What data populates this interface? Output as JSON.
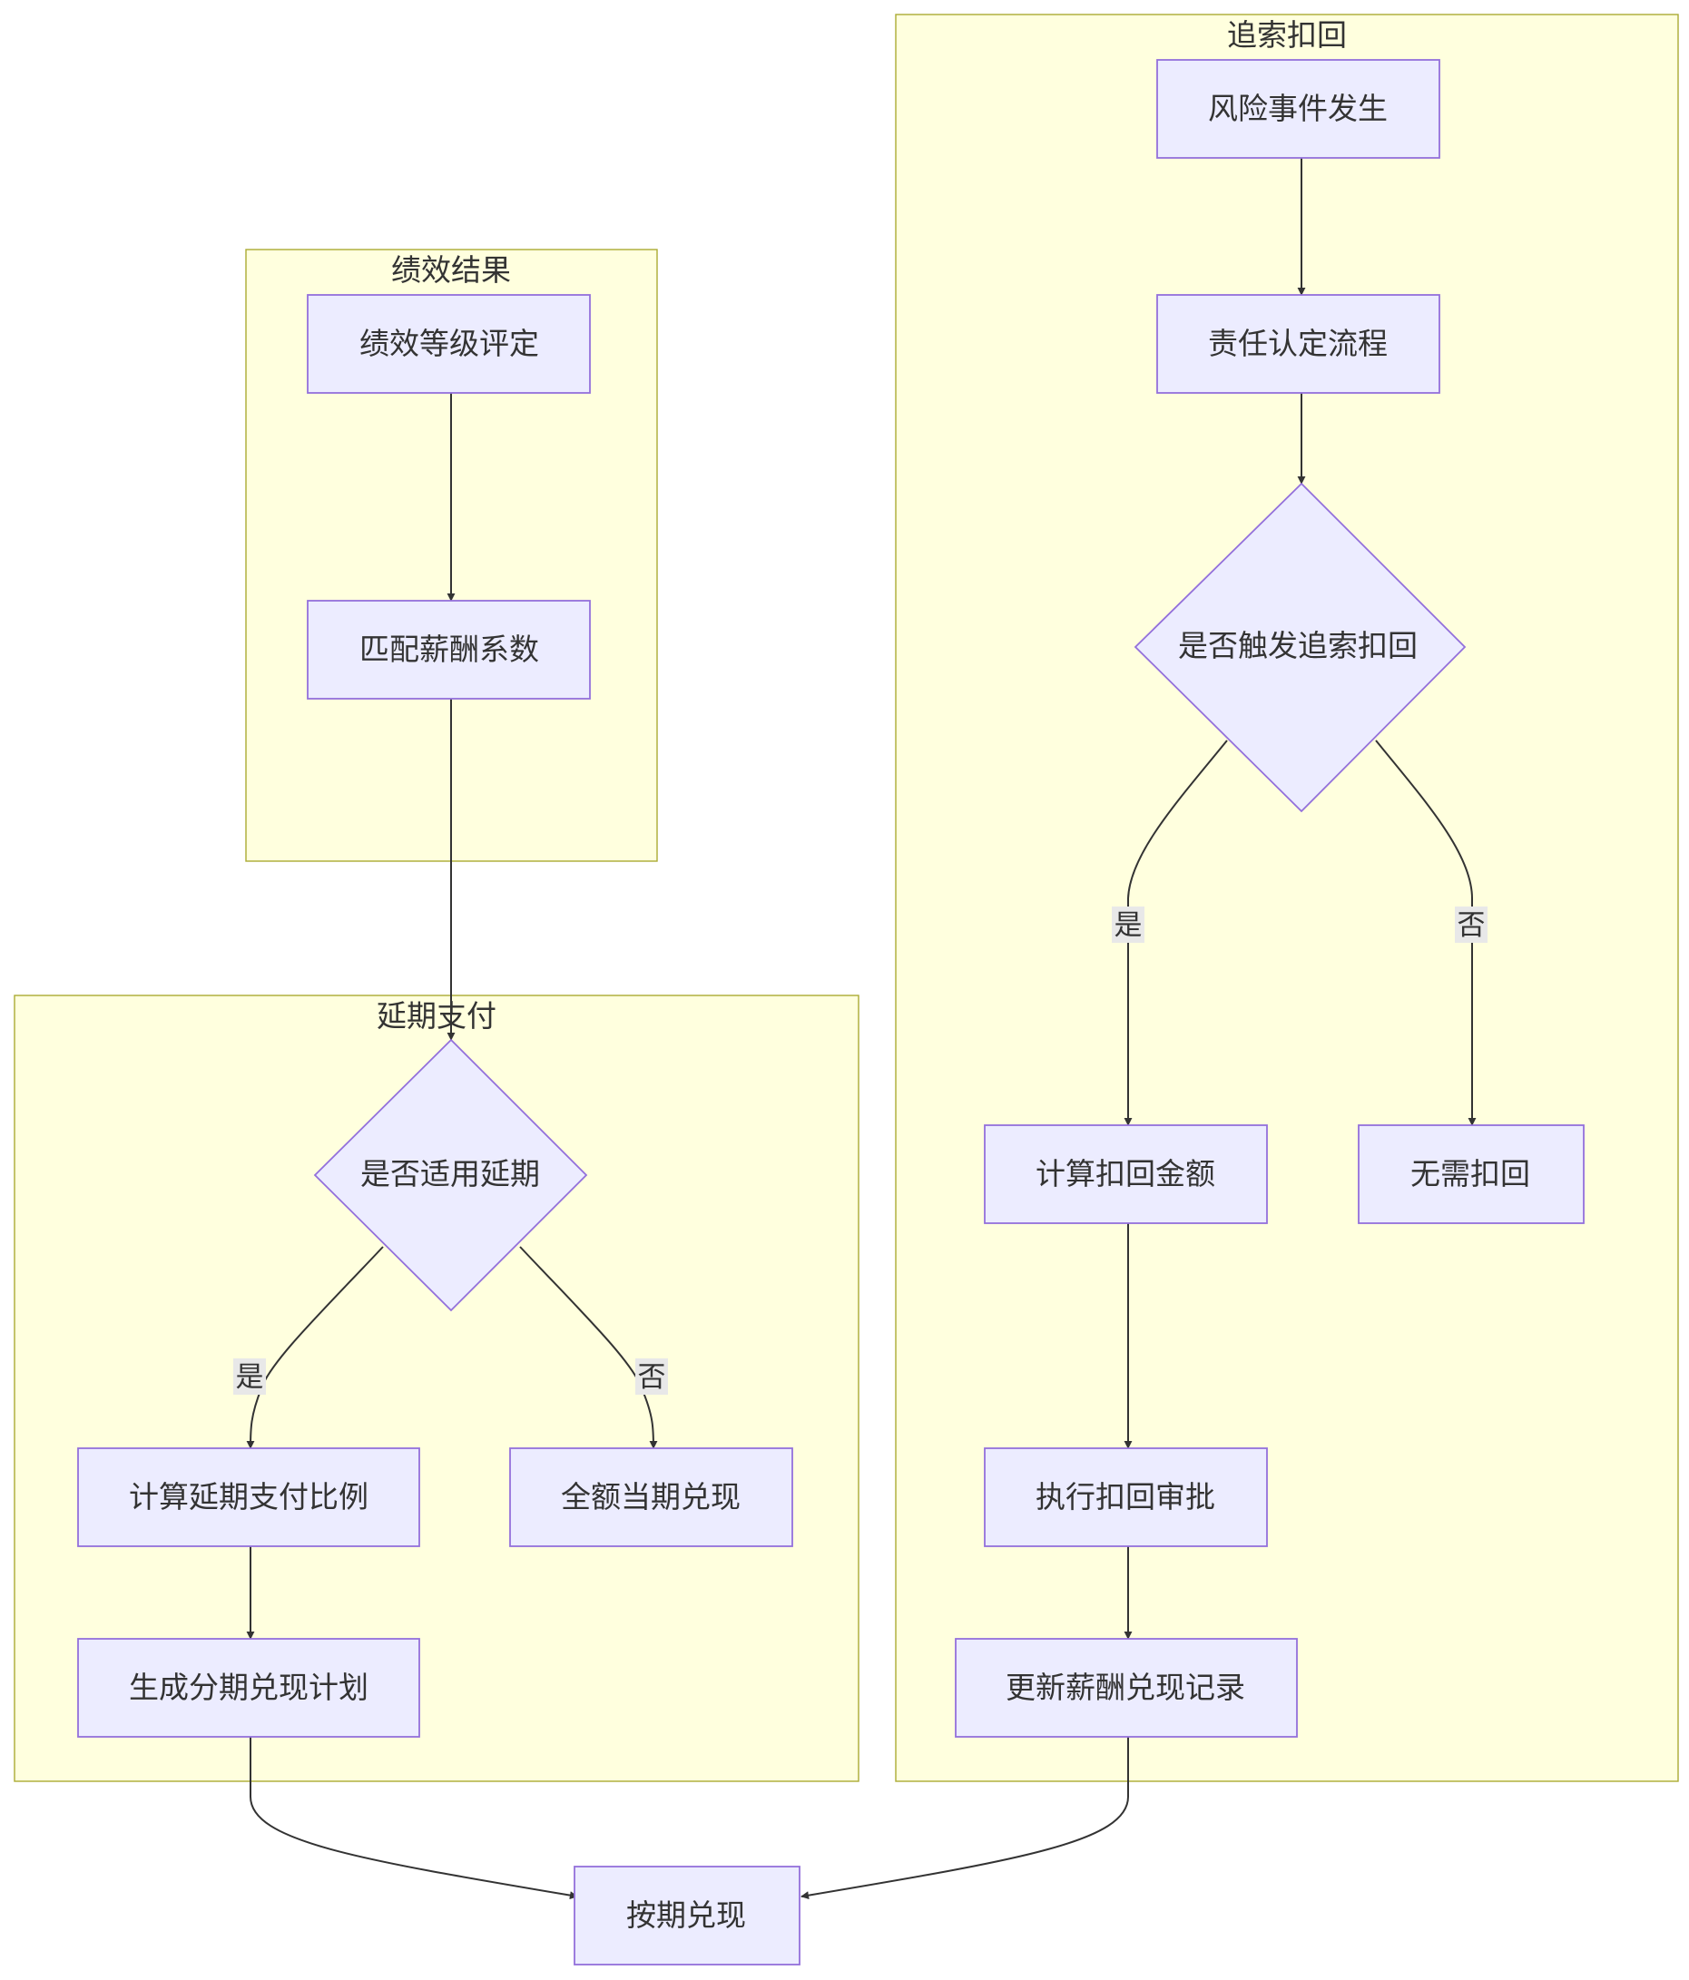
{
  "clusters": {
    "performance": {
      "title": "绩效结果"
    },
    "deferred": {
      "title": "延期支付"
    },
    "clawback": {
      "title": "追索扣回"
    }
  },
  "nodes": {
    "grade": "绩效等级评定",
    "coefficient": "匹配薪酬系数",
    "apply_defer": "是否适用延期",
    "calc_ratio": "计算延期支付比例",
    "full_pay": "全额当期兑现",
    "schedule": "生成分期兑现计划",
    "risk_event": "风险事件发生",
    "responsibility": "责任认定流程",
    "trigger": "是否触发追索扣回",
    "calc_amount": "计算扣回金额",
    "no_clawback": "无需扣回",
    "approval": "执行扣回审批",
    "update_record": "更新薪酬兑现记录",
    "on_schedule": "按期兑现"
  },
  "edge_labels": {
    "defer_yes": "是",
    "defer_no": "否",
    "trigger_yes": "是",
    "trigger_no": "否"
  },
  "colors": {
    "cluster_fill": "#ffffde",
    "cluster_stroke": "#aaaa33",
    "node_fill": "#ececff",
    "node_stroke": "#9370db",
    "edge": "#333333",
    "text": "#333333"
  }
}
